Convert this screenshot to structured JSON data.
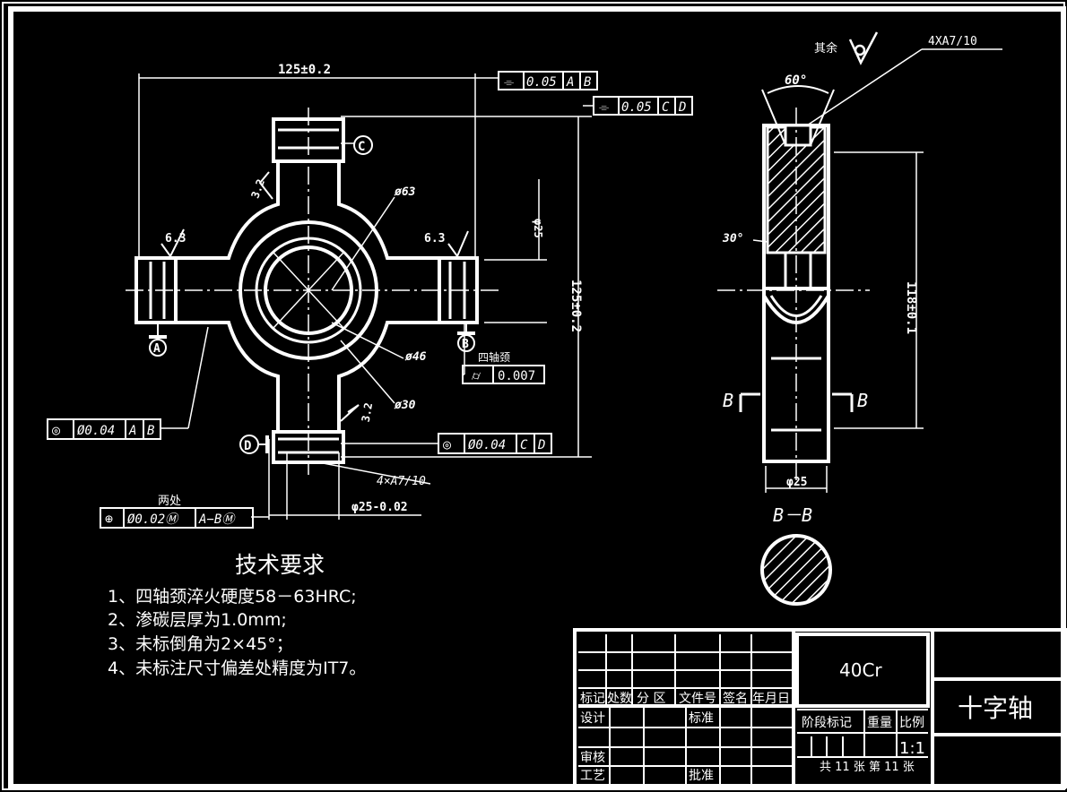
{
  "annotations": {
    "remaining_roughness_prefix": "其余",
    "chamfer_ref": "4XA7/10",
    "angle_60": "60°",
    "angle_30": "30°",
    "roughness_6_3": "6.3",
    "roughness_3_2": "3.2",
    "dia_63": "ø63",
    "dia_46": "ø46",
    "dia_30": "ø30",
    "four_journals": "四轴颈",
    "two_places": "两处",
    "section_b_left": "B",
    "section_b_right": "B",
    "section_title": "B－B",
    "datum_a": "A",
    "datum_b": "B",
    "datum_c": "C",
    "datum_d": "D",
    "hole_callout": "4×A7/10",
    "dim_top_overall": "125±0.2",
    "dim_right_overall": "125±0.2",
    "dim_right_small": "φ25",
    "dim_side_height": "118±0.1",
    "dim_side_width": "φ25",
    "dim_bottom": "φ25-0.02"
  },
  "tolerance_frames": [
    {
      "id": "sym-ab",
      "symbol": "⌯",
      "value": "0.05",
      "datums": [
        "A",
        "B"
      ]
    },
    {
      "id": "sym-cd",
      "symbol": "⌯",
      "value": "0.05",
      "datums": [
        "C",
        "D"
      ]
    },
    {
      "id": "cyl",
      "symbol": "⌭",
      "value": "0.007",
      "datums": []
    },
    {
      "id": "coax-ab",
      "symbol": "◎",
      "value": "Ø0.04",
      "datums": [
        "A",
        "B"
      ]
    },
    {
      "id": "coax-cd",
      "symbol": "◎",
      "value": "Ø0.04",
      "datums": [
        "C",
        "D"
      ]
    },
    {
      "id": "pos",
      "symbol": "⊕",
      "value": "Ø0.02Ⓜ",
      "datums": [
        "A−BⓂ"
      ]
    }
  ],
  "tech_requirements": {
    "title": "技术要求",
    "items": [
      "1、四轴颈淬火硬度58－63HRC;",
      "2、渗碳层厚为1.0mm;",
      "3、未标倒角为2×45°；",
      "4、未标注尺寸偏差处精度为IT7。"
    ]
  },
  "title_block": {
    "material": "40Cr",
    "part_name": "十字轴",
    "rev_headers": [
      "标记",
      "处数",
      "分 区",
      "文件号",
      "签名",
      "年月日"
    ],
    "designer_label": "设计",
    "standard_label": "标准",
    "reviewer_label": "审核",
    "process_label": "工艺",
    "approve_label": "批准",
    "stage_label": "阶段标记",
    "weight_label": "重量",
    "scale_label": "比例",
    "scale_value": "1:1",
    "sheets_text": "共 11 张   第 11 张"
  }
}
